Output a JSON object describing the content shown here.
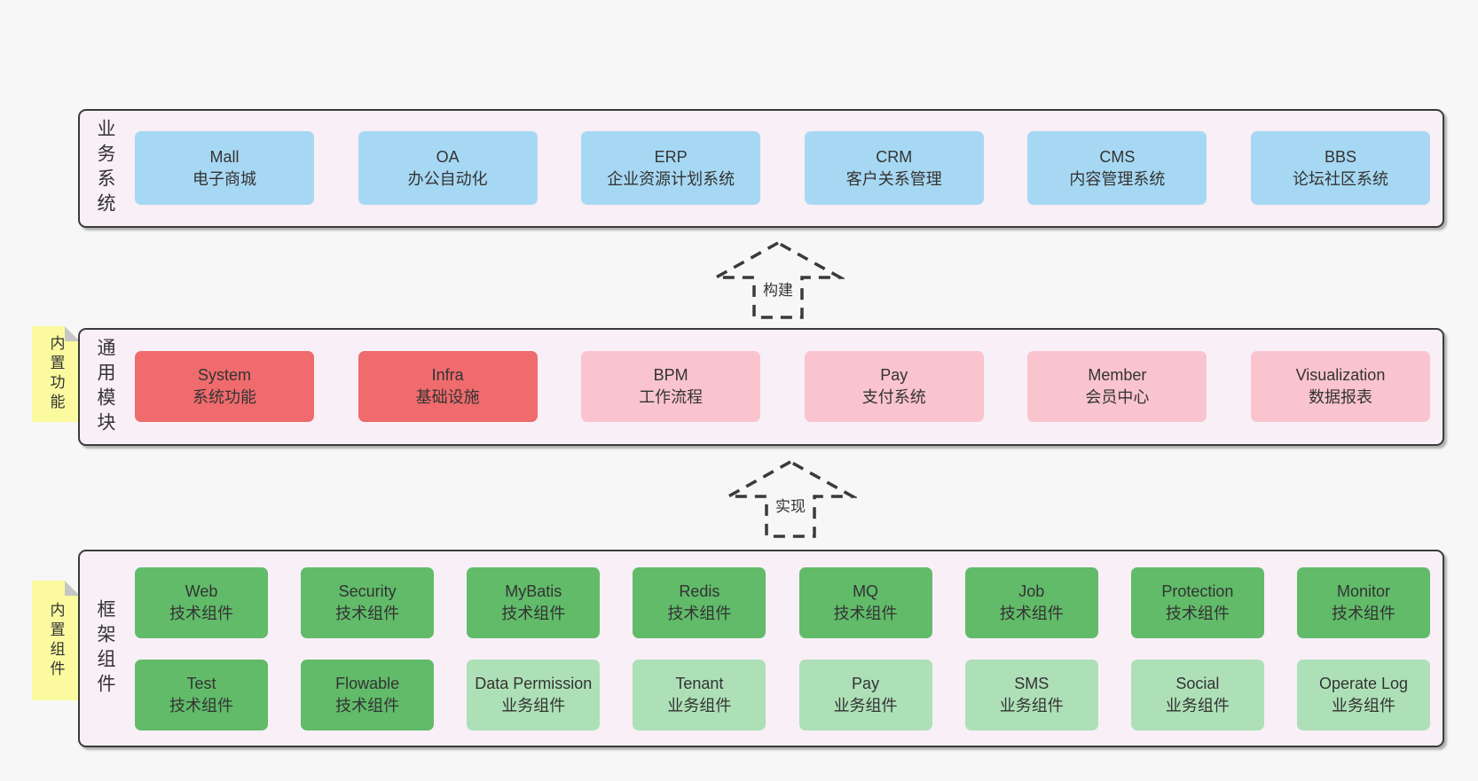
{
  "colors": {
    "page_bg": "#f7f7f7",
    "layer_bg": "#f8eff7",
    "layer_border": "#3b3b3b",
    "blue_box": "#a7d8f3",
    "red_box": "#ef6b6d",
    "pink_box": "#f9c4ce",
    "green_box": "#61bb69",
    "green_light_box": "#aee0b7",
    "note_bg": "#fbfa9e",
    "text": "#333333"
  },
  "arrows": [
    {
      "label": "构建"
    },
    {
      "label": "实现"
    }
  ],
  "layers": [
    {
      "label": "业务系统",
      "boxes": [
        {
          "name": "Mall",
          "desc": "电子商城"
        },
        {
          "name": "OA",
          "desc": "办公自动化"
        },
        {
          "name": "ERP",
          "desc": "企业资源计划系统"
        },
        {
          "name": "CRM",
          "desc": "客户关系管理"
        },
        {
          "name": "CMS",
          "desc": "内容管理系统"
        },
        {
          "name": "BBS",
          "desc": "论坛社区系统"
        }
      ]
    },
    {
      "label": "通用模块",
      "note": "内置功能",
      "boxes": [
        {
          "name": "System",
          "desc": "系统功能"
        },
        {
          "name": "Infra",
          "desc": "基础设施"
        },
        {
          "name": "BPM",
          "desc": "工作流程"
        },
        {
          "name": "Pay",
          "desc": "支付系统"
        },
        {
          "name": "Member",
          "desc": "会员中心"
        },
        {
          "name": "Visualization",
          "desc": "数据报表"
        }
      ]
    },
    {
      "label": "框架组件",
      "note": "内置组件",
      "rows": [
        [
          {
            "name": "Web",
            "desc": "技术组件"
          },
          {
            "name": "Security",
            "desc": "技术组件"
          },
          {
            "name": "MyBatis",
            "desc": "技术组件"
          },
          {
            "name": "Redis",
            "desc": "技术组件"
          },
          {
            "name": "MQ",
            "desc": "技术组件"
          },
          {
            "name": "Job",
            "desc": "技术组件"
          },
          {
            "name": "Protection",
            "desc": "技术组件"
          },
          {
            "name": "Monitor",
            "desc": "技术组件"
          }
        ],
        [
          {
            "name": "Test",
            "desc": "技术组件"
          },
          {
            "name": "Flowable",
            "desc": "技术组件"
          },
          {
            "name": "Data Permission",
            "desc": "业务组件"
          },
          {
            "name": "Tenant",
            "desc": "业务组件"
          },
          {
            "name": "Pay",
            "desc": "业务组件"
          },
          {
            "name": "SMS",
            "desc": "业务组件"
          },
          {
            "name": "Social",
            "desc": "业务组件"
          },
          {
            "name": "Operate Log",
            "desc": "业务组件"
          }
        ]
      ]
    }
  ]
}
